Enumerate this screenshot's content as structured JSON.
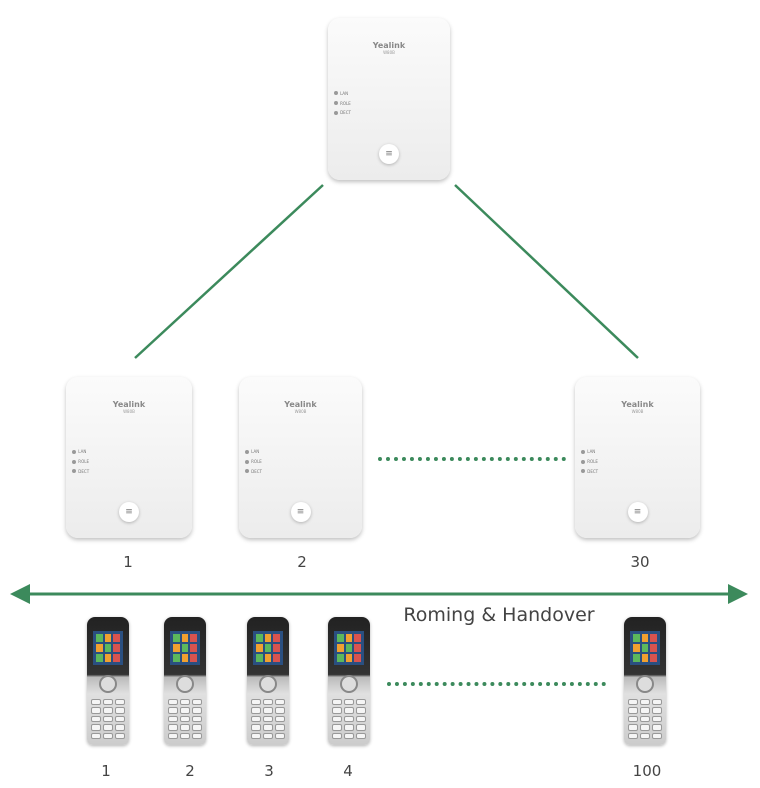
{
  "colors": {
    "accent": "#3c8a5c"
  },
  "base_station": {
    "brand": "Yealink",
    "model": "W80B",
    "leds": [
      "LAN",
      "ROLE",
      "DECT"
    ],
    "button_icon": "menu-icon"
  },
  "base_labels": [
    "1",
    "2",
    "30"
  ],
  "roaming_label": "Roming & Handover",
  "handset_labels": [
    "1",
    "2",
    "3",
    "4",
    "100"
  ]
}
